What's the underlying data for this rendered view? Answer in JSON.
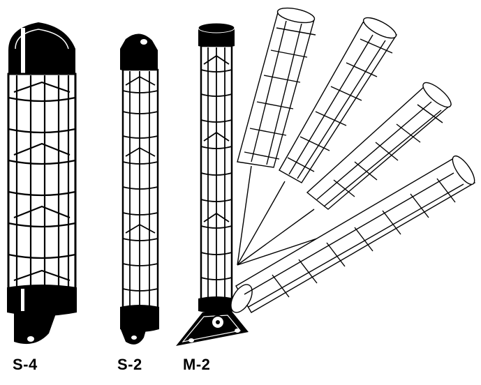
{
  "labels": {
    "s4": "S-4",
    "s2": "S-2",
    "m2": "M-2"
  },
  "colors": {
    "ink": "#000000",
    "paper": "#ffffff"
  }
}
